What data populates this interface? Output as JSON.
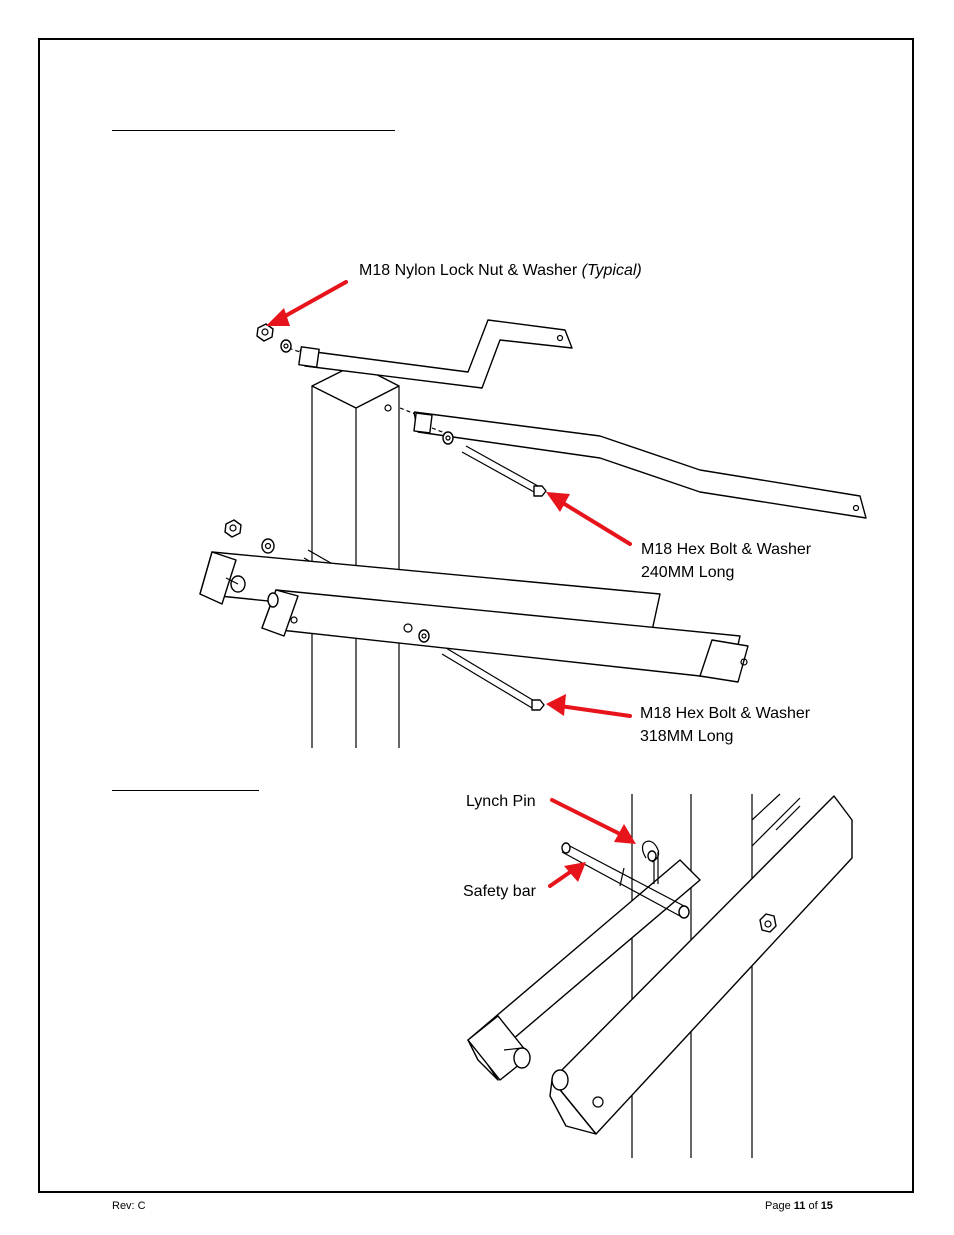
{
  "callouts": {
    "nylon_lock_nut_a": "M18 Nylon Lock Nut & Washer ",
    "nylon_lock_nut_b": "(Typical)",
    "bolt_240_line1": "M18 Hex Bolt & Washer",
    "bolt_240_line2": "240MM Long",
    "bolt_318_line1": "M18 Hex Bolt & Washer",
    "bolt_318_line2": "318MM Long",
    "lynch_pin": "Lynch Pin",
    "safety_bar": "Safety bar"
  },
  "footer": {
    "revision": "Rev: C",
    "page_prefix": "Page ",
    "page_current": "11",
    "page_of": " of ",
    "page_total": "15"
  },
  "colors": {
    "arrow": "#e8141b",
    "line": "#000000"
  }
}
